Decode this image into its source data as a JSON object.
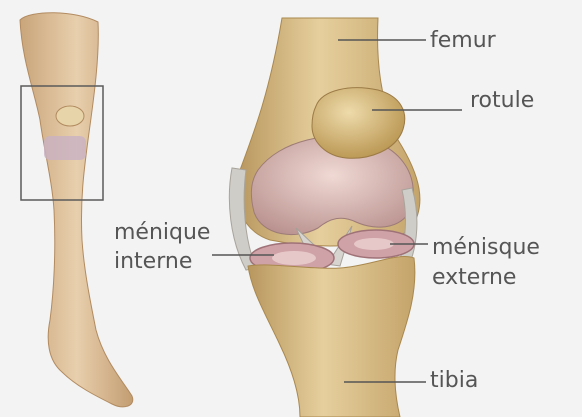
{
  "labels": {
    "femur": "femur",
    "rotule": "rotule",
    "menique_interne": {
      "line1": "ménique",
      "line2": "interne"
    },
    "menisque_externe": {
      "line1": "ménisque",
      "line2": "externe"
    },
    "tibia": "tibia"
  },
  "colors": {
    "background": "#f3f3f3",
    "bone": "#d9c08b",
    "bone_shadow": "#b8975e",
    "cartilage": "#d8b2b0",
    "meniscus": "#c99aa0",
    "label_text": "#555555",
    "leader_line": "#555555"
  }
}
